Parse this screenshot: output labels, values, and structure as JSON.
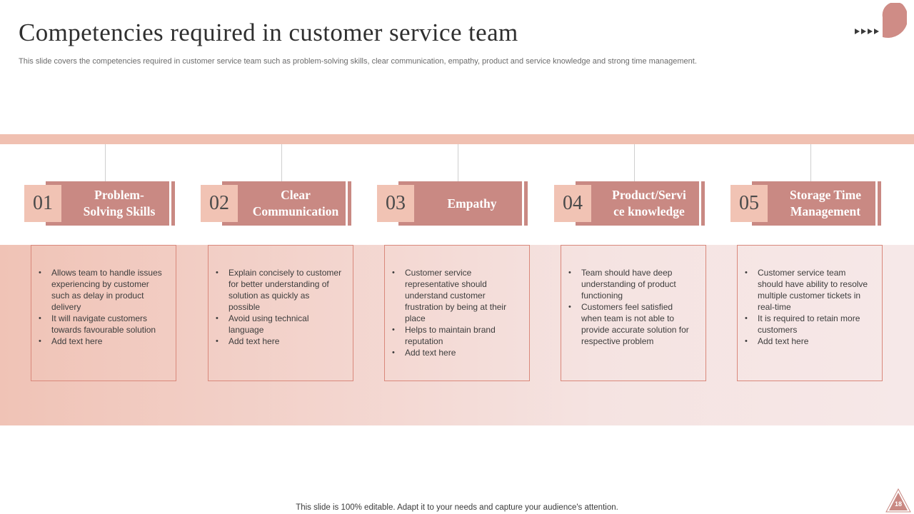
{
  "slide": {
    "title": "Competencies required in customer service team",
    "subtitle": "This slide covers the competencies required in customer service team such as problem-solving skills, clear communication, empathy, product and service knowledge and strong time management.",
    "footer": "This slide is 100% editable. Adapt it to your needs and capture your audience's attention.",
    "page_number": "18"
  },
  "colors": {
    "accent": "#c98983",
    "number_box": "#f1c3b4",
    "band": "#f0c0b1",
    "card_border": "#d9887b"
  },
  "cards": [
    {
      "number": "01",
      "title": "Problem-\nSolving Skills",
      "bullets": [
        "Allows team to handle issues experiencing by customer such as delay in product delivery",
        "It will navigate customers towards favourable solution",
        "Add text here"
      ]
    },
    {
      "number": "02",
      "title": "Clear\nCommunication",
      "bullets": [
        "Explain concisely to customer for better understanding of solution as quickly as possible",
        "Avoid using technical language",
        "Add text here"
      ]
    },
    {
      "number": "03",
      "title": "Empathy",
      "bullets": [
        "Customer service representative should understand customer frustration by being at their place",
        "Helps to maintain brand reputation",
        "Add text here"
      ]
    },
    {
      "number": "04",
      "title": "Product/Servi\nce knowledge",
      "bullets": [
        "Team should have deep understanding of product functioning",
        "Customers feel satisfied when team is not able to provide accurate solution for respective problem"
      ]
    },
    {
      "number": "05",
      "title": "Storage Time\nManagement",
      "bullets": [
        "Customer service team should have ability to resolve multiple customer tickets in real-time",
        "It is required to retain more customers",
        "Add text here"
      ]
    }
  ]
}
